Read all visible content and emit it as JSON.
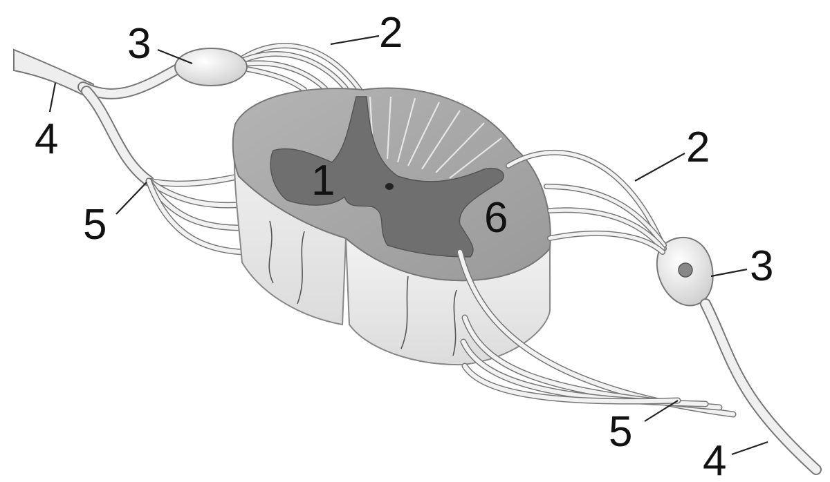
{
  "labels": {
    "grey_matter": "1",
    "root_top_left": "2",
    "root_right": "2",
    "ganglion_left": "3",
    "ganglion_right": "3",
    "nerve_left": "4",
    "nerve_right": "4",
    "root_left": "5",
    "root_bottom_right": "5",
    "white_matter": "6"
  },
  "colors": {
    "background": "#ffffff",
    "white_matter_top": "#a9a9a9",
    "grey_matter": "#6f6f6f",
    "side_surface": "#ededed",
    "nerve_fill": "#f0f0f0",
    "nerve_outline": "#777777",
    "text": "#111111"
  }
}
